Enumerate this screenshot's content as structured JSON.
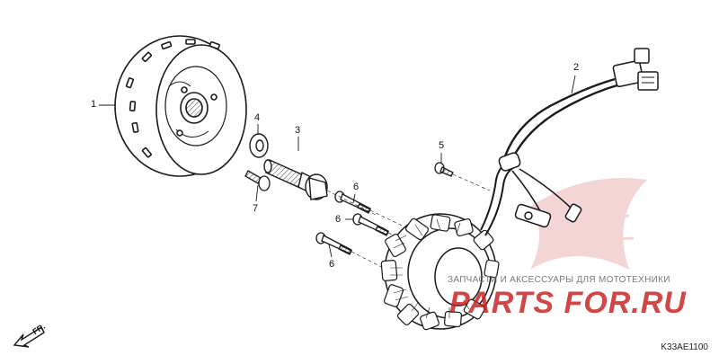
{
  "callouts": {
    "c1": "1",
    "c2": "2",
    "c3": "3",
    "c4": "4",
    "c5": "5",
    "c6a": "6",
    "c6b": "6",
    "c6c": "6",
    "c7": "7"
  },
  "direction_label": "FR.",
  "diagram_code": "K33AE1100",
  "watermark": {
    "tagline": "ЗАПЧАСТИ И АКСЕССУАРЫ ДЛЯ МОТОТЕХНИКИ",
    "brand": "PARTS FOR.RU",
    "color": "#c41e1e"
  },
  "colors": {
    "line": "#1a1a1a",
    "background": "#ffffff"
  }
}
